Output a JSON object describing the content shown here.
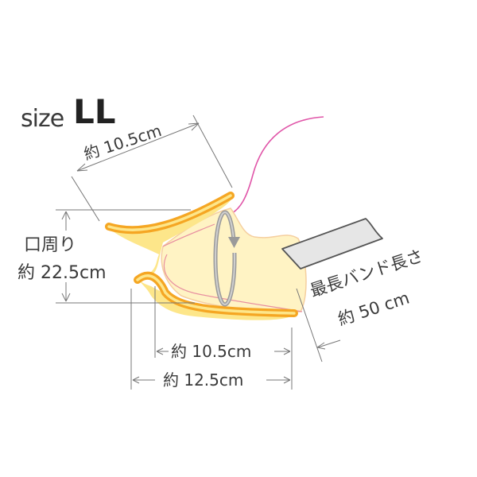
{
  "title": {
    "prefix": "size",
    "size": "LL"
  },
  "dimensions": {
    "top_length": "約 10.5cm",
    "mouth_circumference_label": "口周り",
    "mouth_circumference_value": "約 22.5cm",
    "bottom_inner_length": "約 10.5cm",
    "bottom_outer_length": "約 12.5cm",
    "band_label": "最長バンド長さ",
    "band_value": "約 50 cm"
  },
  "colors": {
    "muzzle_orange": "#f5a623",
    "muzzle_fill": "#fde68a",
    "snout_fill": "#fff3c4",
    "snout_outline": "#e88fa0",
    "pink_line": "#e055a8",
    "band_gray": "#e6e6e6",
    "dim_line": "#777777"
  }
}
